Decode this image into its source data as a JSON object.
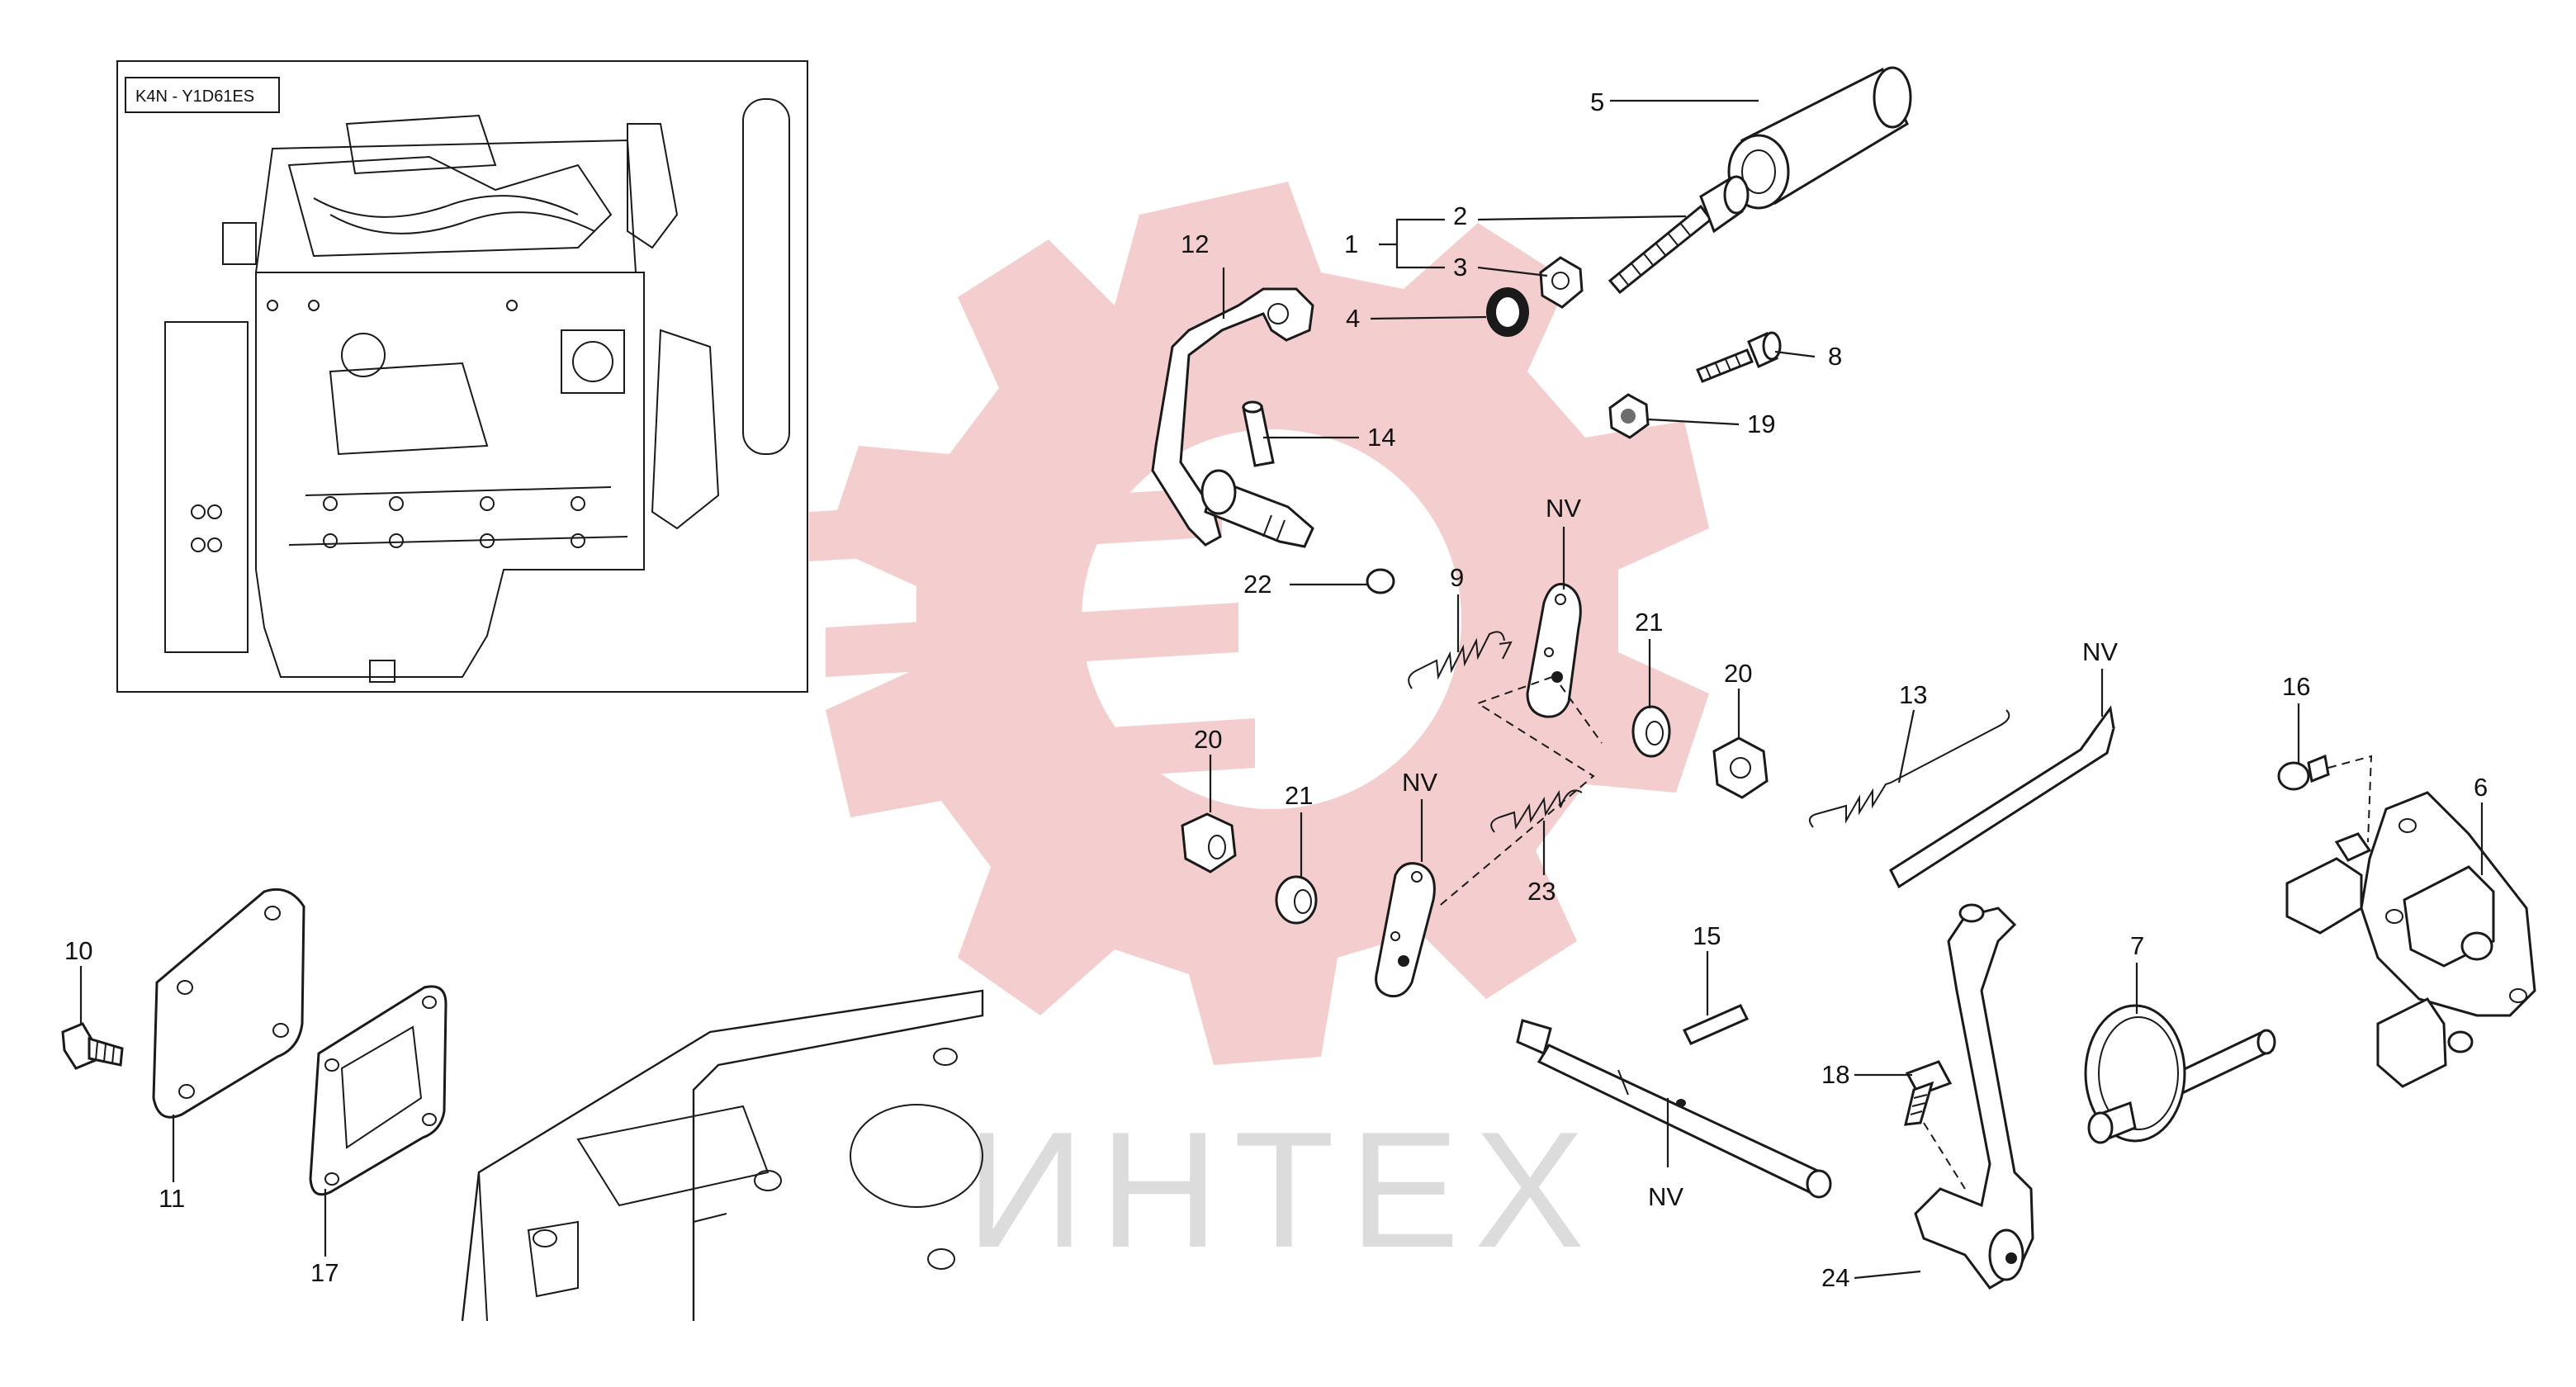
{
  "inset": {
    "model_label": "K4N - Y1D61ES"
  },
  "watermark": {
    "text": "ИНТЕХ",
    "gear_color": "#f3c9c9",
    "text_color": "#d9d9d9"
  },
  "callouts": {
    "c1": "1",
    "c2": "2",
    "c3": "3",
    "c4": "4",
    "c5": "5",
    "c6": "6",
    "c7": "7",
    "c8": "8",
    "c9": "9",
    "c10": "10",
    "c11": "11",
    "c12": "12",
    "c13": "13",
    "c14": "14",
    "c15": "15",
    "c16": "16",
    "c17": "17",
    "c18": "18",
    "c19": "19",
    "c20a": "20",
    "c20b": "20",
    "c21a": "21",
    "c21b": "21",
    "c22": "22",
    "c23": "23",
    "c24": "24",
    "nv1": "NV",
    "nv2": "NV",
    "nv3": "NV",
    "nv4": "NV"
  }
}
